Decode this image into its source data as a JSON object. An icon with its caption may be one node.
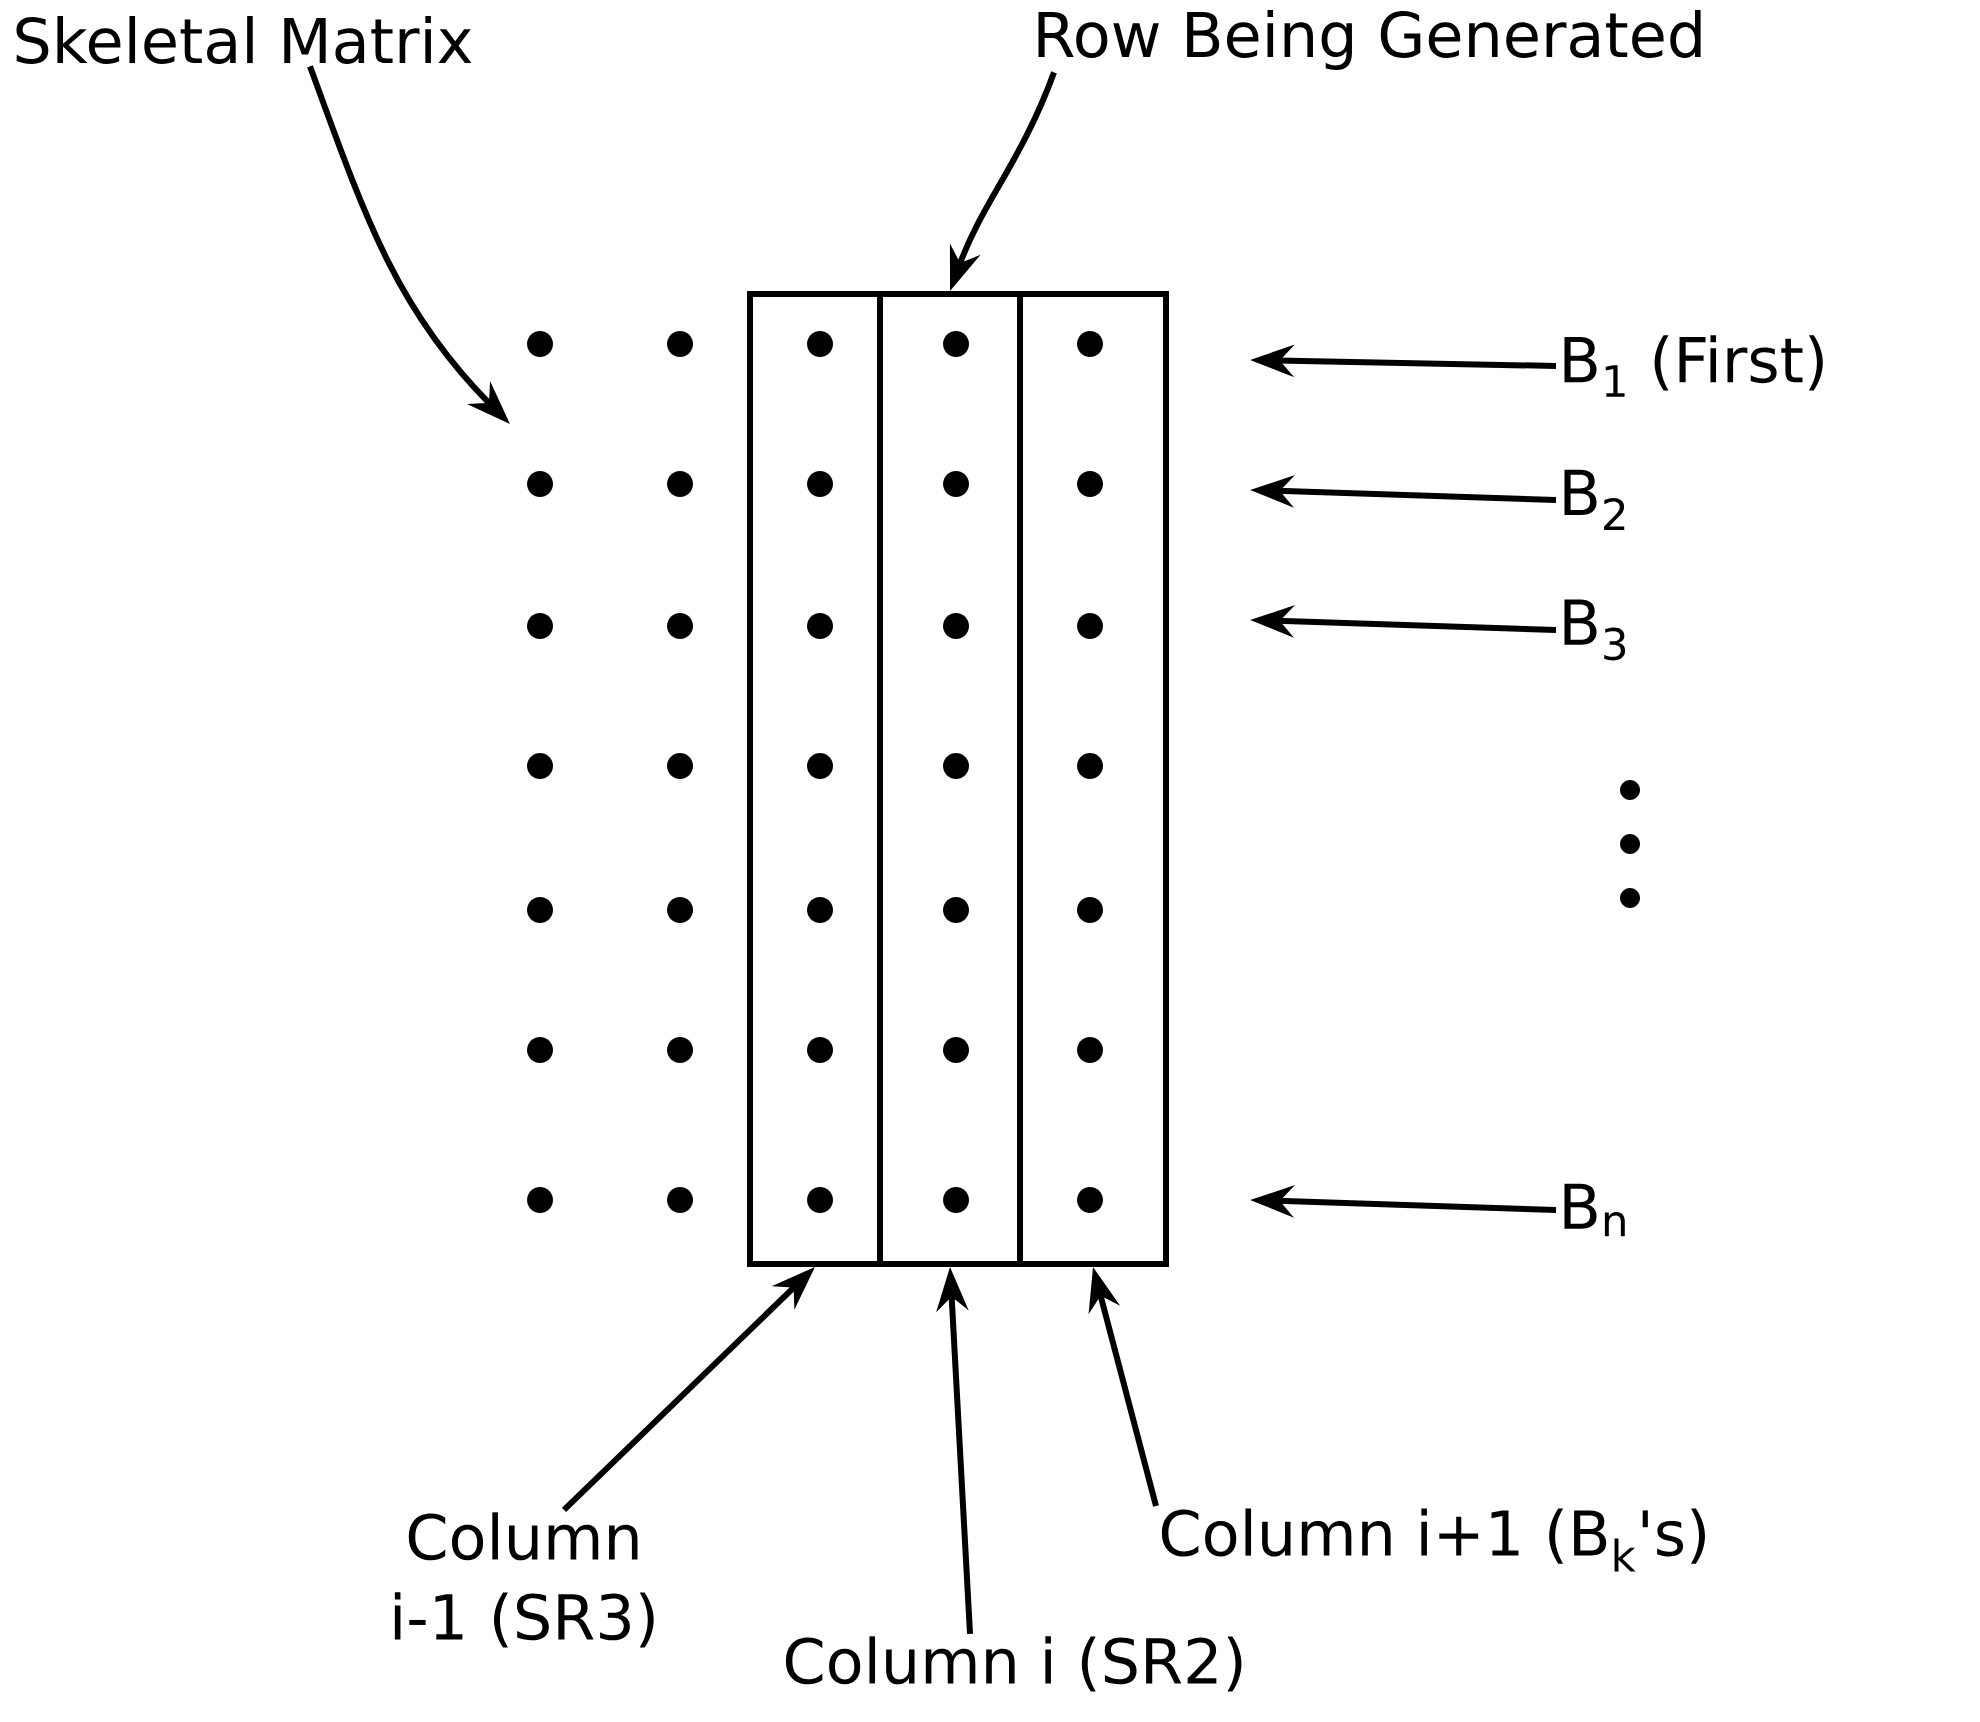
{
  "diagram": {
    "nodes": [
      {
        "text": [
          "Skeletal Matrix"
        ]
      },
      {
        "text": [
          "Row Being Generated"
        ]
      },
      {
        "text": [],
        "shape": "box"
      },
      {
        "text": [],
        "shape": "box"
      },
      {
        "text": [],
        "shape": "box"
      },
      {
        "text": [
          "B$_{1}$ (First)"
        ]
      },
      {
        "text": [
          "B$_{2}$"
        ]
      },
      {
        "text": [
          "B$_{3}$"
        ]
      },
      {
        "text": [
          "B$_{n}$"
        ]
      },
      {
        "text": [
          "Column i-1 (SR3)"
        ]
      },
      {
        "text": [
          "Column i+1 (B$_{k}$'s)"
        ]
      },
      {
        "text": [
          "Column i (SR2)"
        ]
      }
    ],
    "edges": [
      {
        "from": 0,
        "to": null,
        "arrow": "to"
      },
      {
        "from": 1,
        "to": 3,
        "arrow": "to"
      },
      {
        "from": 5,
        "to": null,
        "arrow": "to"
      },
      {
        "from": 6,
        "to": null,
        "arrow": "to"
      },
      {
        "from": 7,
        "to": null,
        "arrow": "to"
      },
      {
        "from": 8,
        "to": null,
        "arrow": "to"
      },
      {
        "from": 9,
        "to": 2,
        "arrow": "to"
      },
      {
        "from": 11,
        "to": 3,
        "arrow": "to"
      },
      {
        "from": 10,
        "to": 4,
        "arrow": "to"
      }
    ]
  }
}
